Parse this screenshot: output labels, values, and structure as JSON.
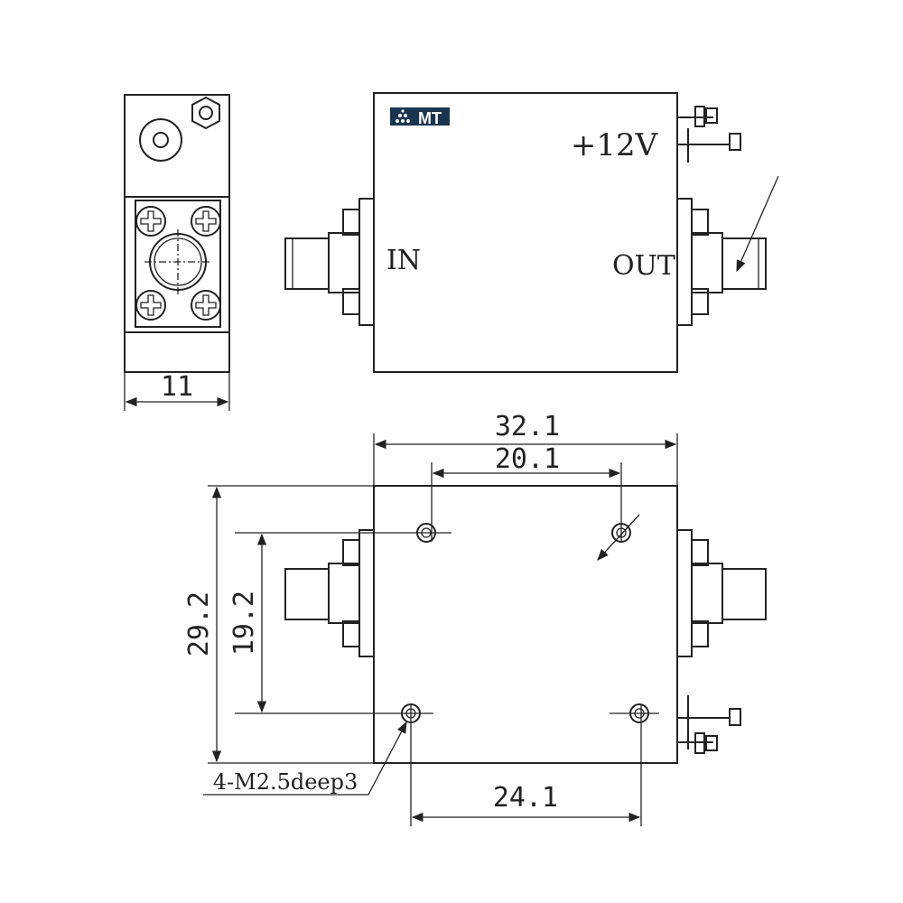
{
  "logo": {
    "text": "MT",
    "color": "#1a3550"
  },
  "top_view": {
    "voltage_label": "+12V",
    "input_label": "IN",
    "output_label": "OUT"
  },
  "side_view": {
    "width_dim": "11"
  },
  "bottom_view": {
    "length_dim": "32.1",
    "hole_spacing_x_dim": "20.1",
    "height_dim": "29.2",
    "hole_spacing_y_dim": "19.2",
    "hole_offset_dim": "24.1",
    "hole_callout": "4-M2.5deep3"
  }
}
